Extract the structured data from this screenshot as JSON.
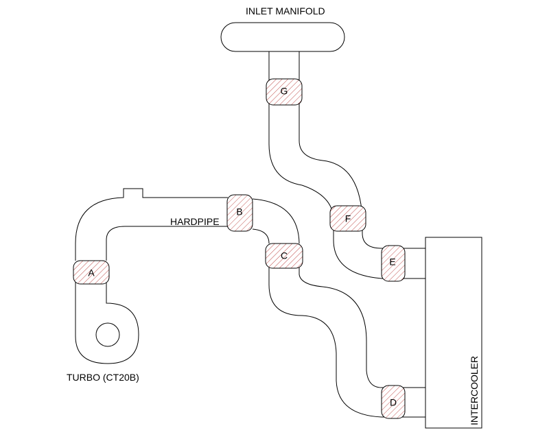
{
  "labels": {
    "inlet_manifold": "INLET MANIFOLD",
    "hardpipe": "HARDPIPE",
    "turbo": "TURBO (CT20B)",
    "intercooler": "INTERCOOLER"
  },
  "couplers": [
    "A",
    "B",
    "C",
    "D",
    "E",
    "F",
    "G"
  ],
  "colors": {
    "line": "#000000",
    "hatch": "#c0504d",
    "background": "#ffffff"
  }
}
